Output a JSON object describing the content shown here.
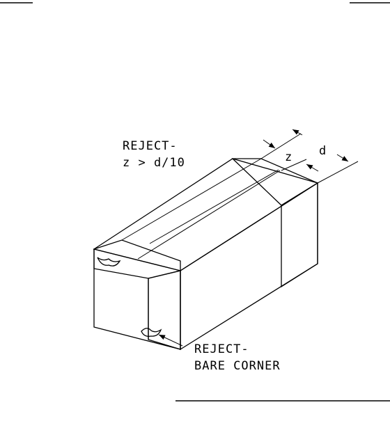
{
  "annotations": {
    "reject_dim_line1": "REJECT-",
    "reject_dim_line2": "z > d/10",
    "reject_corner_line1": "REJECT-",
    "reject_corner_line2": "BARE CORNER",
    "dim_z": "z",
    "dim_d": "d"
  }
}
